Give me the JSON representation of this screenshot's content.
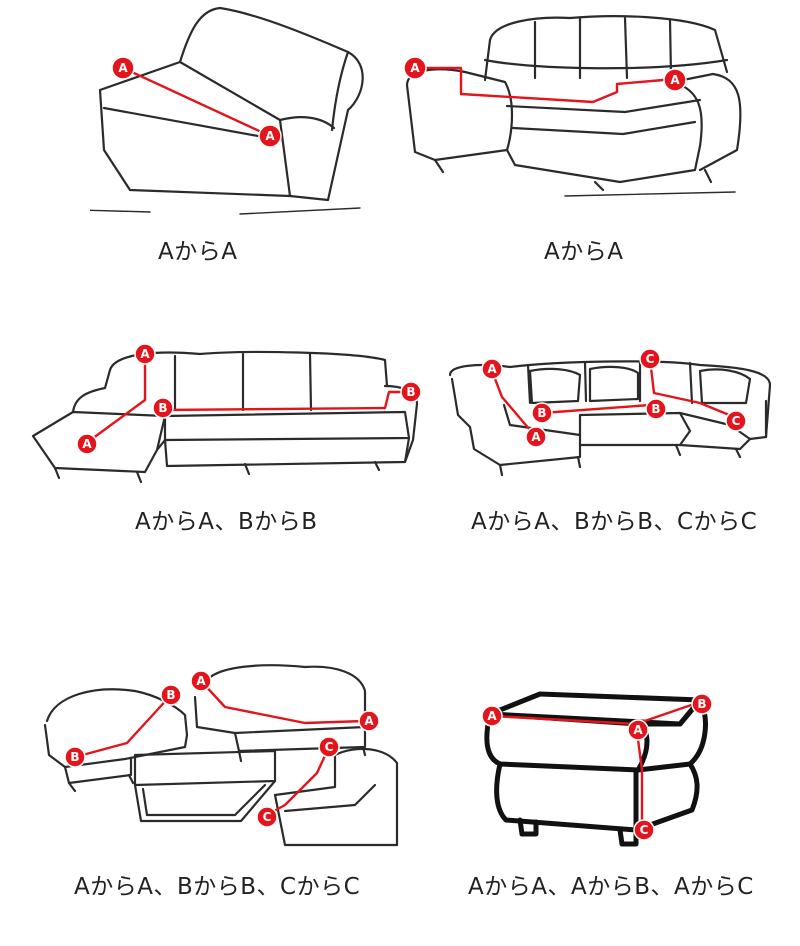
{
  "colors": {
    "accent": "#e3141b",
    "line": "#2b2b2b",
    "background": "#ffffff"
  },
  "panels": [
    {
      "id": "loveseat-no-arms",
      "caption": "AからA"
    },
    {
      "id": "two-seat-sofa",
      "caption": "AからA"
    },
    {
      "id": "l-shaped-sofa",
      "caption": "AからA、BからB"
    },
    {
      "id": "u-shaped-sofa",
      "caption": "AからA、BからB、CからC"
    },
    {
      "id": "sofa-set",
      "caption": "AからA、BからB、CからC"
    },
    {
      "id": "ottoman",
      "caption": "AからA、AからB、AからC"
    }
  ],
  "labels": {
    "a": "A",
    "b": "B",
    "c": "C"
  }
}
